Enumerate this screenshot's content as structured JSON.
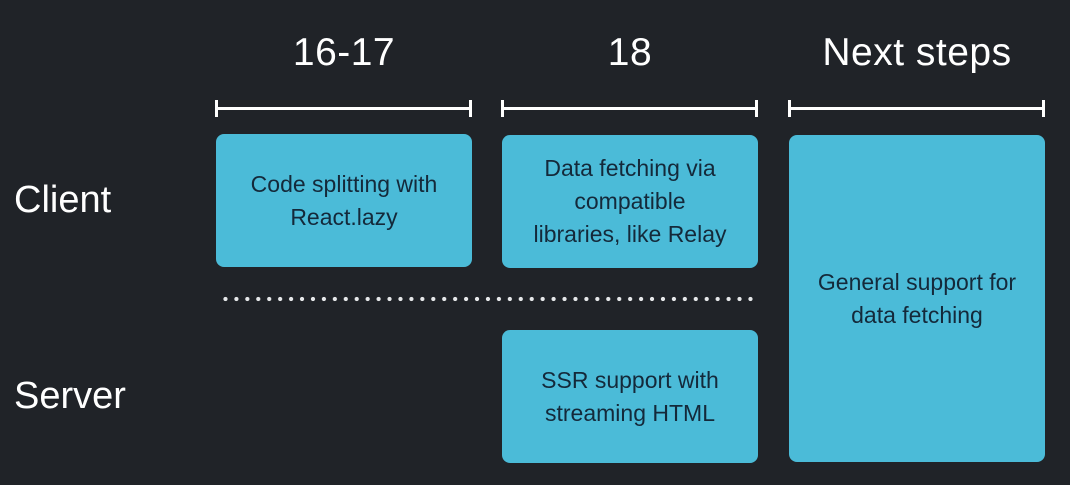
{
  "columns": [
    {
      "label": "16-17"
    },
    {
      "label": "18"
    },
    {
      "label": "Next steps"
    }
  ],
  "rows": [
    {
      "label": "Client"
    },
    {
      "label": "Server"
    }
  ],
  "cards": {
    "client_16_17": {
      "lines": [
        "Code splitting with",
        "React.lazy"
      ]
    },
    "client_18": {
      "lines": [
        "Data fetching via",
        "compatible",
        "libraries, like Relay"
      ]
    },
    "server_18": {
      "lines": [
        "SSR support with",
        "streaming HTML"
      ]
    },
    "next_steps": {
      "lines": [
        "General support for",
        "data fetching"
      ]
    }
  },
  "colors": {
    "background": "#202328",
    "card": "#4bbbd8",
    "card_text": "#14293a",
    "header_text": "#ffffff"
  }
}
